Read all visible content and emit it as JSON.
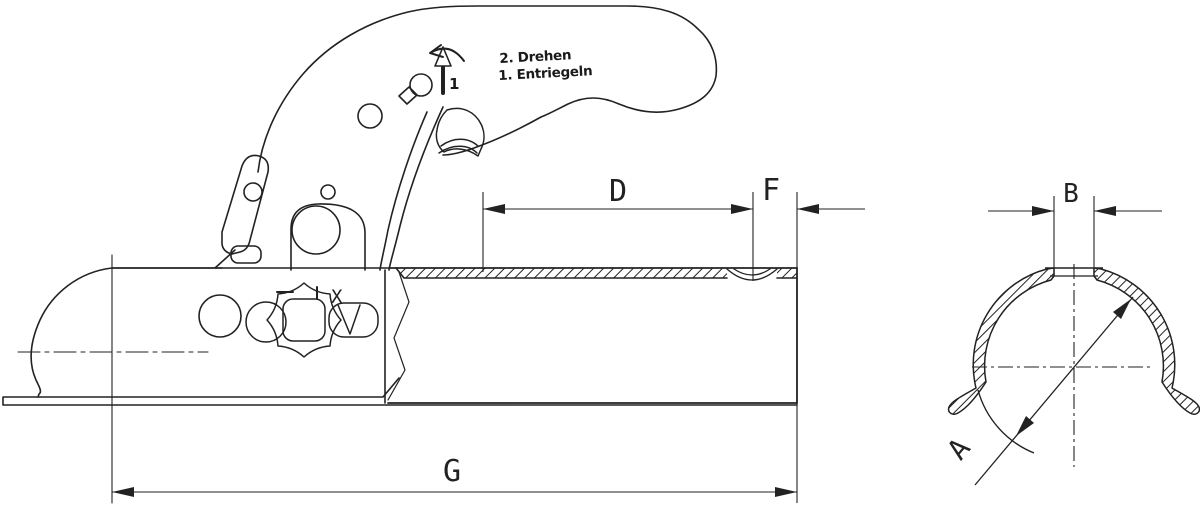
{
  "colors": {
    "background": "#ffffff",
    "line": "#222222"
  },
  "annotations": {
    "rotate_step": "2. Drehen",
    "unlock_step": "1. Entriegeln",
    "arrow_number": "1",
    "x_mark": "X"
  },
  "dimension_labels": {
    "d": "D",
    "f": "F",
    "g": "G",
    "b": "B",
    "a": "A"
  }
}
